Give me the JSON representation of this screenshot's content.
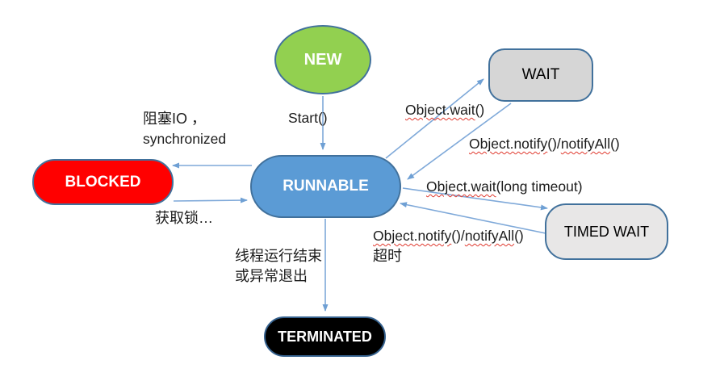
{
  "diagram": {
    "kind": "state-transition-diagram",
    "nodes": {
      "new": {
        "label": "NEW",
        "shape": "ellipse",
        "fill": "#92D050",
        "text_color": "#FFFFFF"
      },
      "wait": {
        "label": "WAIT",
        "shape": "rounded-rect",
        "fill": "#D6D6D6",
        "text_color": "#000000"
      },
      "runnable": {
        "label": "RUNNABLE",
        "shape": "rounded-rect",
        "fill": "#5B9BD5",
        "text_color": "#FFFFFF"
      },
      "blocked": {
        "label": "BLOCKED",
        "shape": "pill",
        "fill": "#FF0000",
        "text_color": "#FFFFFF"
      },
      "timed_wait": {
        "label": "TIMED WAIT",
        "shape": "rounded-rect",
        "fill": "#E8E7E7",
        "text_color": "#000000"
      },
      "terminated": {
        "label": "TERMINATED",
        "shape": "pill",
        "fill": "#000000",
        "text_color": "#FFFFFF"
      }
    },
    "edges": [
      {
        "from": "NEW",
        "to": "RUNNABLE",
        "label": "Start()",
        "seg": {
          "a": "Start()"
        }
      },
      {
        "from": "RUNNABLE",
        "to": "WAIT",
        "label": "Object.wait()",
        "seg": {
          "a": "Object.wait",
          "b": "()"
        }
      },
      {
        "from": "WAIT",
        "to": "RUNNABLE",
        "label": "Object.notify()/notifyAll()",
        "seg": {
          "a": "Object.notify",
          "b": "()/",
          "c": "notifyAll",
          "d": "()"
        }
      },
      {
        "from": "RUNNABLE",
        "to": "TIMED WAIT",
        "label": "Object.wait(long timeout)",
        "seg": {
          "a": "Object.wait",
          "b": "(long timeout)"
        }
      },
      {
        "from": "TIMED WAIT",
        "to": "RUNNABLE",
        "label": "Object.notify()/notifyAll() 超时",
        "seg": {
          "a": "Object.notify",
          "b": "()/",
          "c": "notifyAll",
          "d": "()",
          "line2": "超时"
        }
      },
      {
        "from": "RUNNABLE",
        "to": "BLOCKED",
        "label": "阻塞IO ， synchronized",
        "seg": {
          "line1": "阻塞IO ，",
          "line2": "synchronized"
        }
      },
      {
        "from": "BLOCKED",
        "to": "RUNNABLE",
        "label": "获取锁…",
        "seg": {
          "a": "获取锁…"
        }
      },
      {
        "from": "RUNNABLE",
        "to": "TERMINATED",
        "label": "线程运行结束 或异常退出",
        "seg": {
          "line1": "线程运行结束",
          "line2": "或异常退出"
        }
      }
    ],
    "colors": {
      "node_border": "#41719C",
      "arrow": "#7FA9D9",
      "arrowhead": "#6FA0D4",
      "label_text": "#1C1C1C",
      "spellcheck_underline": "#E03A2F",
      "background": "#FFFFFF"
    }
  }
}
